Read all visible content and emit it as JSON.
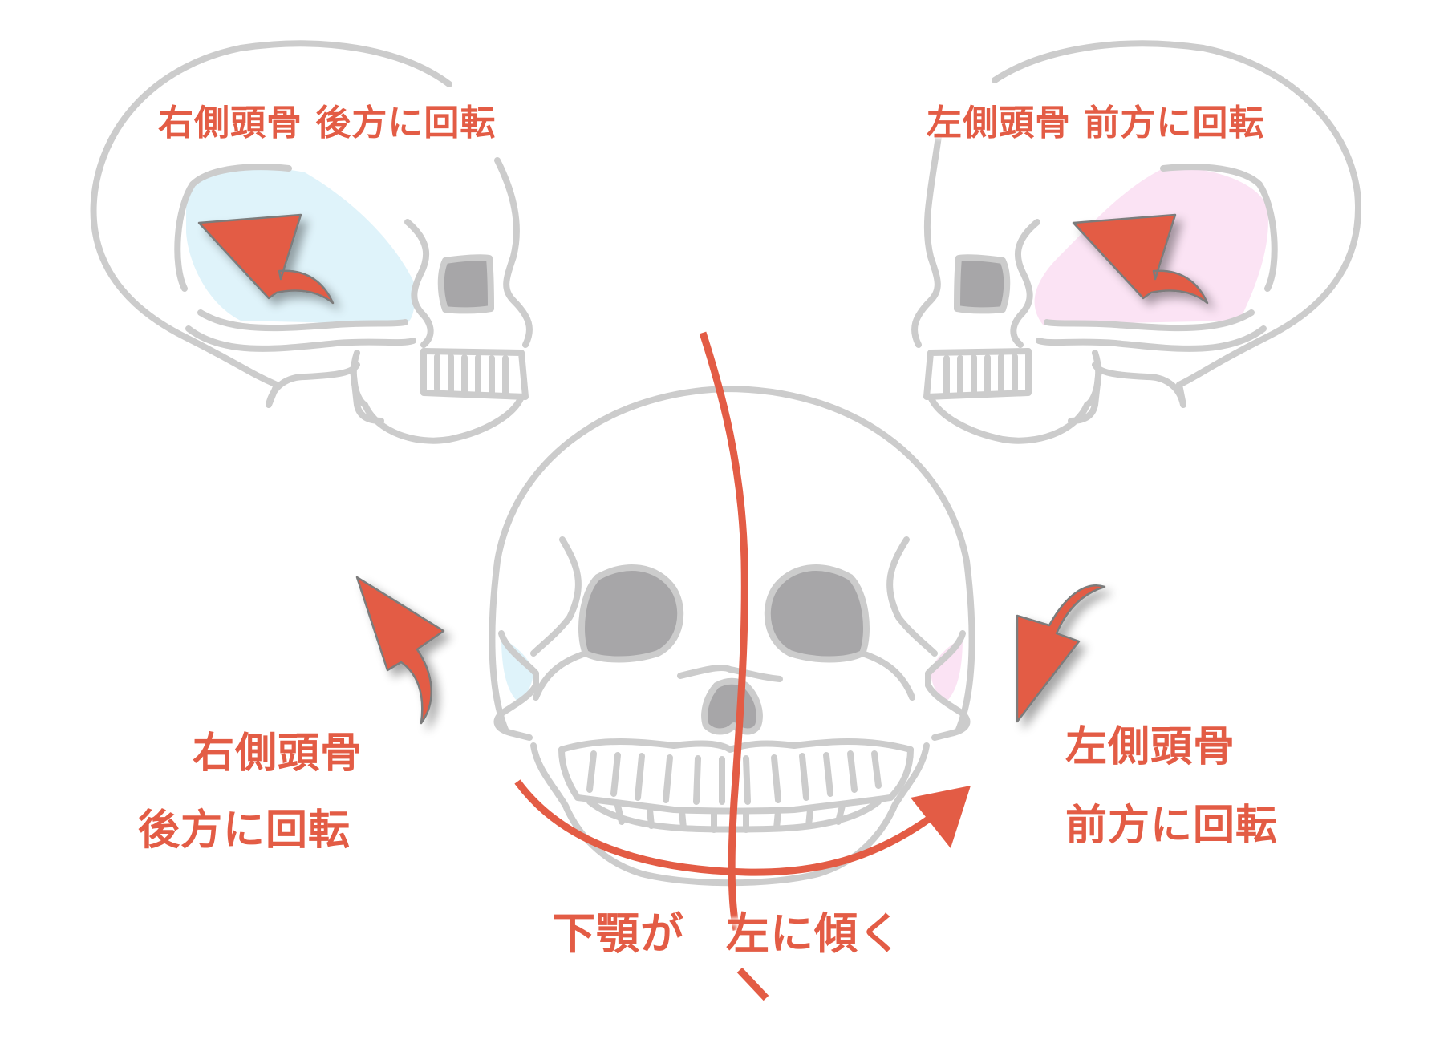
{
  "diagram": {
    "type": "anatomical-skull-diagram",
    "colors": {
      "accent_red": "#e35c45",
      "bone_outline": "#cccccc",
      "eye_socket": "#a7a6a8",
      "right_temporal_highlight": "#dff3fa",
      "left_temporal_highlight": "#fbe3f4",
      "background": "#ffffff"
    },
    "top_left_skull": {
      "view": "right-side profile",
      "label": "右側頭骨 後方に回転",
      "highlight_color": "#dff3fa",
      "arrow_direction": "backward-up"
    },
    "top_right_skull": {
      "view": "left-side profile",
      "label": "左側頭骨 前方に回転",
      "highlight_color": "#fbe3f4",
      "arrow_direction": "forward-up"
    },
    "front_skull": {
      "view": "frontal",
      "left_label_line1": "右側頭骨",
      "left_label_line2": "後方に回転",
      "right_label_line1": "左側頭骨",
      "right_label_line2": "前方に回転",
      "bottom_label_part1": "下顎が",
      "bottom_label_part2": "左に傾く"
    }
  }
}
